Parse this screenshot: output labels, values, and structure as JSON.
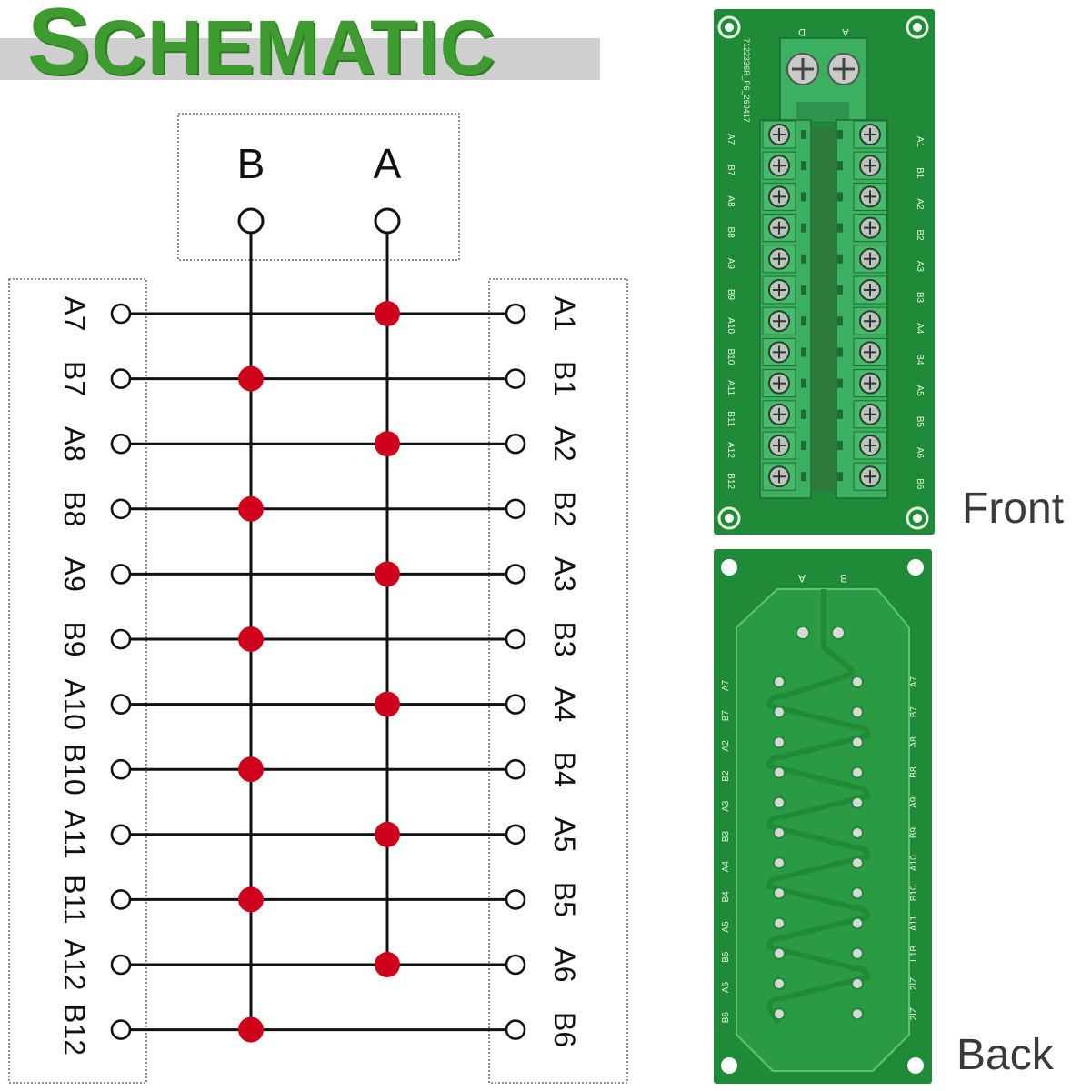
{
  "title": {
    "first": "S",
    "rest": "CHEMATIC"
  },
  "bus": {
    "b_label": "B",
    "a_label": "A"
  },
  "rows": [
    {
      "left": "A7",
      "right": "A1",
      "bus": "A"
    },
    {
      "left": "B7",
      "right": "B1",
      "bus": "B"
    },
    {
      "left": "A8",
      "right": "A2",
      "bus": "A"
    },
    {
      "left": "B8",
      "right": "B2",
      "bus": "B"
    },
    {
      "left": "A9",
      "right": "A3",
      "bus": "A"
    },
    {
      "left": "B9",
      "right": "B3",
      "bus": "B"
    },
    {
      "left": "A10",
      "right": "A4",
      "bus": "A"
    },
    {
      "left": "B10",
      "right": "B4",
      "bus": "B"
    },
    {
      "left": "A11",
      "right": "A5",
      "bus": "A"
    },
    {
      "left": "B11",
      "right": "B5",
      "bus": "B"
    },
    {
      "left": "A12",
      "right": "A6",
      "bus": "A"
    },
    {
      "left": "B12",
      "right": "B6",
      "bus": "B"
    }
  ],
  "front_board": {
    "caption": "Front",
    "top_labels": [
      "D",
      "A"
    ],
    "part_number": "7122336R_P6_260417",
    "left_labels": [
      "A7",
      "B7",
      "A8",
      "B8",
      "A9",
      "B9",
      "A10",
      "B10",
      "A11",
      "B11",
      "A12",
      "B12"
    ],
    "right_labels": [
      "A1",
      "B1",
      "A2",
      "B2",
      "A3",
      "B3",
      "A4",
      "B4",
      "A5",
      "B5",
      "A6",
      "B6"
    ]
  },
  "back_board": {
    "caption": "Back",
    "top_labels": [
      "A",
      "B"
    ],
    "left_labels": [
      "A7",
      "B7",
      "A2",
      "B2",
      "A3",
      "B3",
      "A4",
      "B4",
      "A5",
      "B5",
      "A6",
      "B6"
    ],
    "right_labels": [
      "A7",
      "B7",
      "A8",
      "B8",
      "A9",
      "B9",
      "A10",
      "B10",
      "A11",
      "L1B",
      "2IZ",
      "2IZ"
    ]
  },
  "colors": {
    "title": "#3d9b2f",
    "title_band": "#cfcfcf",
    "junction": "#d0021b",
    "pcb": "#1f8a37",
    "terminal": "#3cb061"
  }
}
